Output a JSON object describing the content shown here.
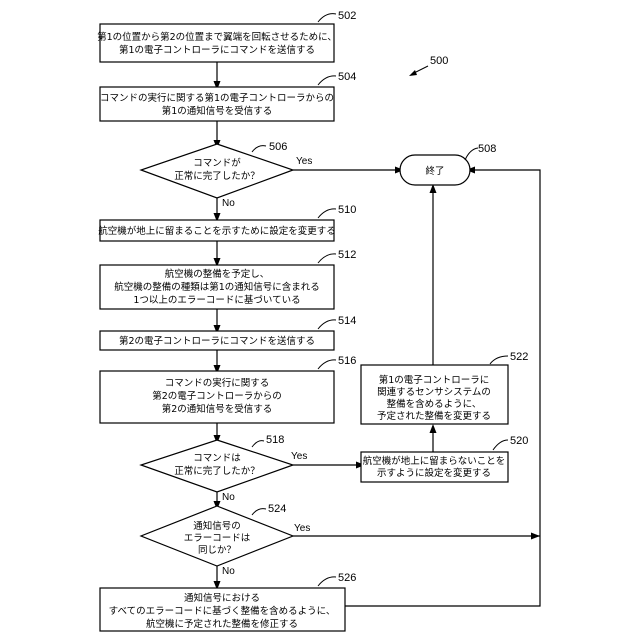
{
  "figure_number": "500",
  "end": {
    "ref": "508",
    "label": "終了"
  },
  "steps": [
    {
      "ref": "502",
      "lines": [
        "第1の位置から第2の位置まで翼端を回転させるために、",
        "第1の電子コントローラにコマンドを送信する"
      ]
    },
    {
      "ref": "504",
      "lines": [
        "コマンドの実行に関する第1の電子コントローラからの",
        "第1の通知信号を受信する"
      ]
    },
    {
      "ref": "510",
      "lines": [
        "航空機が地上に留まることを示すために設定を変更する"
      ]
    },
    {
      "ref": "512",
      "lines": [
        "航空機の整備を予定し、",
        "航空機の整備の種類は第1の通知信号に含まれる",
        "1つ以上のエラーコードに基づいている"
      ]
    },
    {
      "ref": "514",
      "lines": [
        "第2の電子コントローラにコマンドを送信する"
      ]
    },
    {
      "ref": "516",
      "lines": [
        "コマンドの実行に関する",
        "第2の電子コントローラからの",
        "第2の通知信号を受信する"
      ]
    },
    {
      "ref": "520",
      "lines": [
        "航空機が地上に留まらないことを",
        "示すように設定を変更する"
      ]
    },
    {
      "ref": "522",
      "lines": [
        "第1の電子コントローラに",
        "関連するセンサシステムの",
        "整備を含めるように、",
        "予定された整備を変更する"
      ]
    },
    {
      "ref": "526",
      "lines": [
        "通知信号における",
        "すべてのエラーコードに基づく整備を含めるように、",
        "航空機に予定された整備を修正する"
      ]
    }
  ],
  "decisions": [
    {
      "ref": "506",
      "lines": [
        "コマンドが",
        "正常に完了したか？"
      ]
    },
    {
      "ref": "518",
      "lines": [
        "コマンドは",
        "正常に完了したか？"
      ]
    },
    {
      "ref": "524",
      "lines": [
        "通知信号の",
        "エラーコードは",
        "同じか？"
      ]
    }
  ],
  "branch_labels": {
    "yes": "Yes",
    "no": "No"
  }
}
